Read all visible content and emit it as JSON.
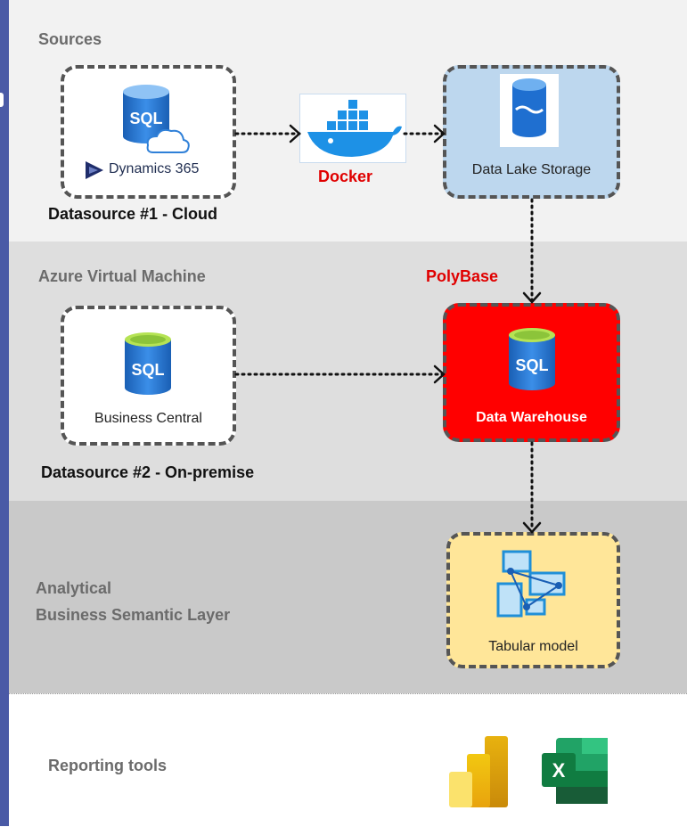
{
  "sections": {
    "sources": "Sources",
    "azure_vm": "Azure Virtual Machine",
    "semantic_line1": "Analytical",
    "semantic_line2": "Business Semantic Layer",
    "reporting": "Reporting tools"
  },
  "nodes": {
    "datasource1": {
      "icon_text": "SQL",
      "brand": "Dynamics 365",
      "caption": "Datasource #1 - Cloud"
    },
    "docker": {
      "caption": "Docker"
    },
    "datalake": {
      "label": "Data Lake Storage"
    },
    "polybase": {
      "caption": "PolyBase"
    },
    "datasource2": {
      "icon_text": "SQL",
      "label": "Business Central",
      "caption": "Datasource #2 - On-premise"
    },
    "warehouse": {
      "icon_text": "SQL",
      "label": "Data Warehouse"
    },
    "tabular": {
      "label": "Tabular model"
    },
    "excel": {
      "letter": "X"
    }
  },
  "colors": {
    "sidebar": "#4a5aa6",
    "datalake_fill": "#bdd7ee",
    "warehouse_fill": "#ff0000",
    "tabular_fill": "#ffe699",
    "accent_red": "#e00000",
    "sql_blue": "#1f6fd0"
  }
}
